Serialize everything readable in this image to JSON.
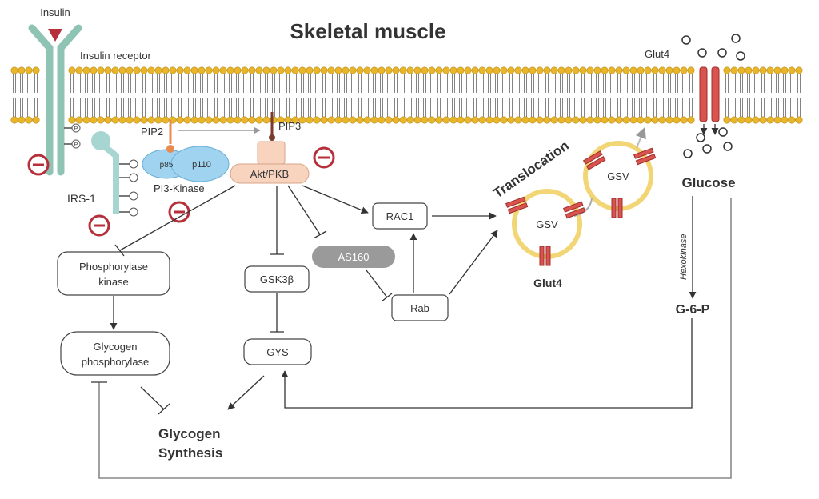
{
  "title": "Skeletal muscle",
  "labels": {
    "insulin": "Insulin",
    "insulin_receptor": "Insulin receptor",
    "pip2": "PIP2",
    "pip3": "PIP3",
    "p85": "p85",
    "p110": "p110",
    "pi3_kinase": "PI3-Kinase",
    "irs": "IRS-1",
    "phospho": "P",
    "akt_pkb": "Akt/PKB",
    "rac1": "RAC1",
    "as160": "AS160",
    "rab": "Rab",
    "gsk3b": "GSK3β",
    "gys": "GYS",
    "phosphorylase_kinase_line1": "Phosphorylase",
    "phosphorylase_kinase_line2": "kinase",
    "glycogen_phosphorylase_line1": "Glycogen",
    "glycogen_phosphorylase_line2": "phosphorylase",
    "glycogen_synthesis_line1": "Glycogen",
    "glycogen_synthesis_line2": "Synthesis",
    "translocation": "Translocation",
    "gsv": "GSV",
    "glut4_top": "Glut4",
    "glut4_bottom": "Glut4",
    "glucose": "Glucose",
    "hexokinase": "Hexokinase",
    "g6p": "G-6-P"
  },
  "colors": {
    "membrane_head": "#e9b52b",
    "receptor": "#8fc4b4",
    "irs": "#a7d6d2",
    "pi3k": "#9fd3ef",
    "akt": "#f8d4bf",
    "glut": "#d9534f",
    "gsv_ring": "#f2d574",
    "inhibit_mark": "#b5303b",
    "as160": "#9a9a9a"
  }
}
